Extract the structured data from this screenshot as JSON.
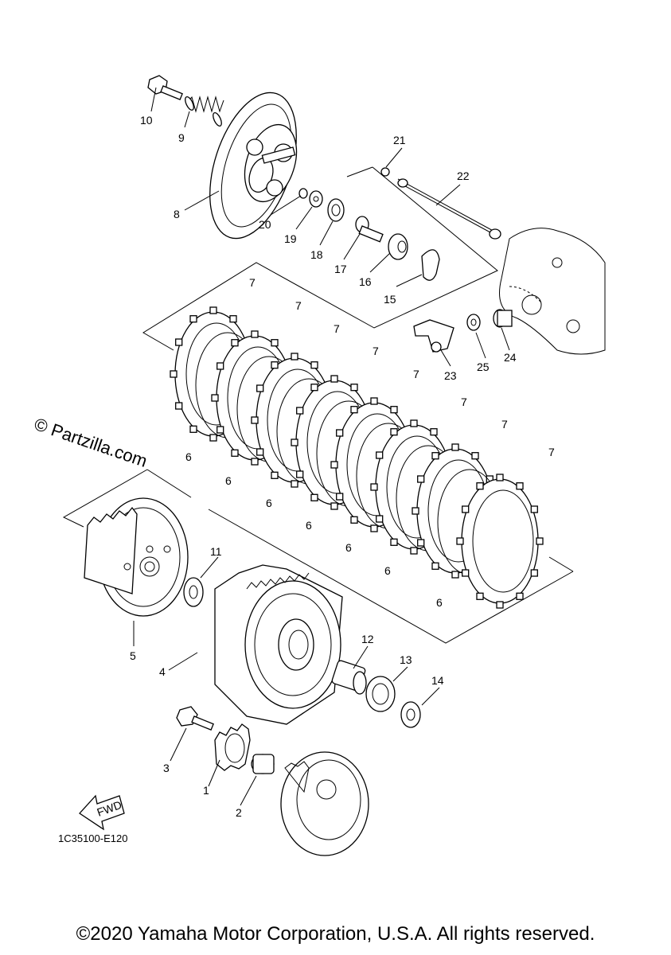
{
  "diagram": {
    "watermark": "© Partzilla.com",
    "code": "1C35100-E120",
    "fwd_label": "FWD",
    "copyright": "©2020 Yamaha Motor Corporation, U.S.A. All rights reserved.",
    "callouts": [
      {
        "id": "1",
        "text": "1"
      },
      {
        "id": "2",
        "text": "2"
      },
      {
        "id": "3",
        "text": "3"
      },
      {
        "id": "4",
        "text": "4"
      },
      {
        "id": "5",
        "text": "5"
      },
      {
        "id": "6a",
        "text": "6"
      },
      {
        "id": "6b",
        "text": "6"
      },
      {
        "id": "6c",
        "text": "6"
      },
      {
        "id": "6d",
        "text": "6"
      },
      {
        "id": "6e",
        "text": "6"
      },
      {
        "id": "6f",
        "text": "6"
      },
      {
        "id": "6g",
        "text": "6"
      },
      {
        "id": "7a",
        "text": "7"
      },
      {
        "id": "7b",
        "text": "7"
      },
      {
        "id": "7c",
        "text": "7"
      },
      {
        "id": "7d",
        "text": "7"
      },
      {
        "id": "7e",
        "text": "7"
      },
      {
        "id": "7f",
        "text": "7"
      },
      {
        "id": "7g",
        "text": "7"
      },
      {
        "id": "7h",
        "text": "7"
      },
      {
        "id": "8",
        "text": "8"
      },
      {
        "id": "9",
        "text": "9"
      },
      {
        "id": "10",
        "text": "10"
      },
      {
        "id": "11",
        "text": "11"
      },
      {
        "id": "12",
        "text": "12"
      },
      {
        "id": "13",
        "text": "13"
      },
      {
        "id": "14",
        "text": "14"
      },
      {
        "id": "15",
        "text": "15"
      },
      {
        "id": "16",
        "text": "16"
      },
      {
        "id": "17",
        "text": "17"
      },
      {
        "id": "18",
        "text": "18"
      },
      {
        "id": "19",
        "text": "19"
      },
      {
        "id": "20",
        "text": "20"
      },
      {
        "id": "21",
        "text": "21"
      },
      {
        "id": "22",
        "text": "22"
      },
      {
        "id": "23",
        "text": "23"
      },
      {
        "id": "24",
        "text": "24"
      },
      {
        "id": "25",
        "text": "25"
      }
    ]
  }
}
